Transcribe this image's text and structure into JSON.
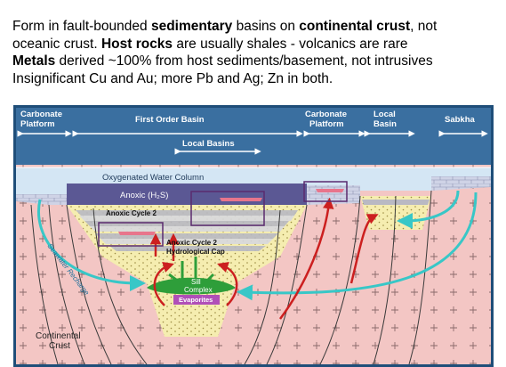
{
  "text": {
    "line1": {
      "a": "Form in fault-bounded ",
      "b": "sedimentary",
      "c": " basins on ",
      "d": "continental crust",
      "e": ", not"
    },
    "line2": {
      "a": "oceanic crust.  ",
      "b": "Host rocks",
      "c": " are usually shales - volcanics are rare"
    },
    "line3": {
      "a": "Metals",
      "b": " derived ~100% from host sediments/basement, not intrusives"
    },
    "line4": {
      "a": "Insignificant Cu and Au;  more Pb and Ag;  Zn in both."
    }
  },
  "diagram": {
    "headers": {
      "carbonate_platform_left": [
        "Carbonate",
        "Platform"
      ],
      "first_order_basin": "First Order Basin",
      "carbonate_platform_right": [
        "Carbonate",
        "Platform"
      ],
      "local_basin": [
        "Local",
        "Basin"
      ],
      "sabkha": "Sabkha",
      "local_basins": "Local Basins"
    },
    "labels": {
      "oxygenated_water": "Oxygenated Water Column",
      "anoxic_h2s": "Anoxic (H₂S)",
      "anoxic_cycle_2_upper": "Anoxic Cycle 2",
      "anoxic_cycle_2_lower": "Anoxic Cycle 2",
      "hydrological_cap": "Hydrological Cap",
      "seawater_recharge": "Seawater Recharge",
      "sill_complex": [
        "Sill",
        "Complex"
      ],
      "evaporites": "Evaporites",
      "continental_crust": [
        "Continental",
        "Crust"
      ]
    },
    "colors": {
      "frame": "#1f4e79",
      "panel": "#3a6fa0",
      "crust": "#f3c6c4",
      "water": "#d4e6f4",
      "anoxic": "#5b5894",
      "sediment": "#f5edb0",
      "arrow_cyan": "#38c7c7",
      "arrow_red": "#cc1f1f",
      "sill_green": "#2e9e3a",
      "evaporite": "#b04fb8",
      "box_outline": "#5a2a6e"
    }
  }
}
